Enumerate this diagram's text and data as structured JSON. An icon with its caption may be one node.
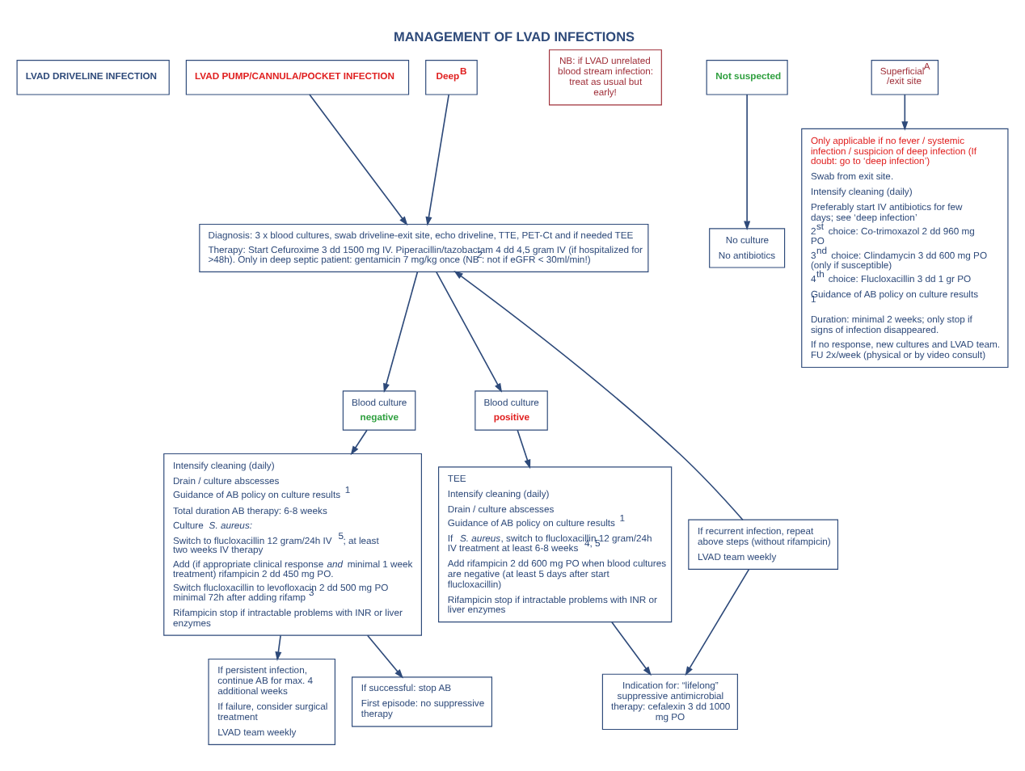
{
  "diagram": {
    "title": "MANAGEMENT OF LVAD INFECTIONS",
    "nodes": [
      {
        "text": [
          "LVAD DRIVELINE INFECTION"
        ]
      },
      {
        "text": [
          "LVAD PUMP/CANNULA/POCKET INFECTION"
        ]
      },
      {
        "text": [
          "NB: if LVAD unrelated blood stream infection: treat as usual but early!"
        ]
      },
      {
        "text": [
          "Not suspected"
        ]
      },
      {
        "text": [
          "Superficial$^{A}$ /exit site"
        ]
      },
      {
        "text": [
          "Deep$^{B}$"
        ]
      },
      {
        "text": [
          "No culture",
          "No antibiotics"
        ]
      },
      {
        "text": [
          "Only applicable if no fever / systemic infection / suspicion of deep infection (If doubt: go to ‘deep infection’)",
          "Swab from exit site.",
          "Intensify cleaning (daily)",
          "Preferably start IV antibiotics for few days; see ‘deep infection’",
          "2$^{st}$ choice: Co-trimoxazol 2 dd 960 mg PO",
          "3$^{nd}$ choice: Clindamycin 3 dd 600 mg PO (only if susceptible)",
          "4$^{th}$ choice: Flucloxacillin 3 dd 1 gr PO",
          "Guidance of AB policy on culture results $^{1}$",
          "Duration: minimal 2 weeks; only stop if signs of infection disappeared.",
          "If no response, new cultures and LVAD team. FU 2x/week (physical or by video consult)"
        ]
      },
      {
        "text": [
          "Diagnosis: 3 x blood cultures, swab driveline-exit site, echo driveline, TTE, PET-Ct and if needed TEE",
          "Therapy: Start Cefuroxime 3 dd 1500 mg IV. Piperacillin/tazobactam 4 dd 4,5 gram IV (if hospitalized for >48h). Only in deep septic patient: gentamicin 7 mg/kg once (NB$^{2}$: not if eGFR < 30ml/min!)"
        ]
      },
      {
        "text": [
          "Blood culture",
          "negative"
        ]
      },
      {
        "text": [
          "Blood culture",
          "positive"
        ]
      },
      {
        "text": [
          "Intensify cleaning (daily)",
          "Drain / culture abscesses",
          "Guidance of AB policy on culture results $^{1}$",
          "Total duration AB therapy: 6-8 weeks",
          "Culture *S. aureus:*",
          "Switch to flucloxacillin 12 gram/24h IV $^{5}$; at least two weeks IV therapy",
          "Add (if appropriate clinical response *and* minimal 1 week treatment) rifampicin 2 dd 450 mg PO.",
          "Switch flucloxacillin to levofloxacin 2 dd 500 mg PO minimal 72h after adding rifamp $^{3}$",
          "Rifampicin stop if intractable problems with INR or liver enzymes"
        ]
      },
      {
        "text": [
          "TEE",
          "Intensify cleaning (daily)",
          "Drain / culture abscesses",
          "Guidance of AB policy on culture results $^{1}$",
          "If *S. aureus*, switch to flucloxacillin 12 gram/24h IV treatment at least 6-8 weeks $^{4, 5}$",
          "Add rifampicin 2 dd 600 mg PO when blood cultures are negative (at least 5 days after start flucloxacillin)",
          "Rifampicin stop if intractable problems with INR or liver enzymes"
        ]
      },
      {
        "text": [
          "If persistent infection, continue AB for max. 4 additional weeks",
          "If failure, consider surgical treatment",
          "LVAD team weekly"
        ]
      },
      {
        "text": [
          "If successful: stop AB",
          "First episode: no suppressive therapy"
        ]
      },
      {
        "text": [
          "If recurrent infection, repeat above steps (without rifampicin)",
          "LVAD team weekly"
        ]
      },
      {
        "text": [
          "Indication for: “lifelong” suppressive antimicrobial therapy: cefalexin 3 dd 1000 mg PO"
        ]
      }
    ],
    "edges": [
      {
        "from": 3,
        "to": 6,
        "arrow": "to"
      },
      {
        "from": 4,
        "to": 7,
        "arrow": "to"
      },
      {
        "from": 5,
        "to": 8,
        "arrow": "to"
      },
      {
        "from": 1,
        "to": 8,
        "arrow": "to"
      },
      {
        "from": 8,
        "to": 9,
        "arrow": "to"
      },
      {
        "from": 8,
        "to": 10,
        "arrow": "to"
      },
      {
        "from": 9,
        "to": 11,
        "arrow": "to"
      },
      {
        "from": 10,
        "to": 12,
        "arrow": "to"
      },
      {
        "from": 11,
        "to": 13,
        "arrow": "to"
      },
      {
        "from": 11,
        "to": 14,
        "arrow": "to"
      },
      {
        "from": 15,
        "to": 8,
        "arrow": "to"
      },
      {
        "from": 15,
        "to": 16,
        "arrow": "to"
      },
      {
        "from": 12,
        "to": 16,
        "arrow": "to"
      }
    ]
  }
}
